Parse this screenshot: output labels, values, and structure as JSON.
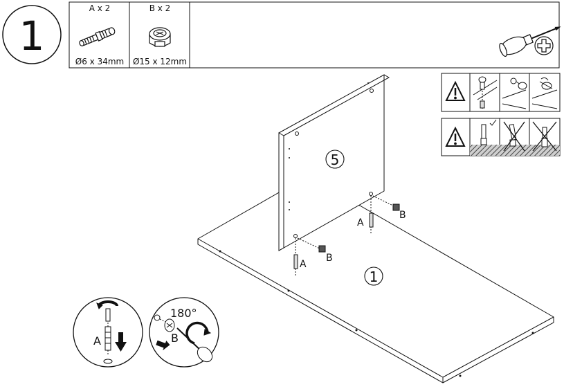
{
  "step": {
    "number": "1"
  },
  "parts": [
    {
      "qty_label": "A x 2",
      "size_label": "Ø6 x 34mm",
      "icon": "cam-bolt-icon"
    },
    {
      "qty_label": "B x 2",
      "size_label": "Ø15 x 12mm",
      "icon": "cam-lock-icon"
    }
  ],
  "tool": {
    "icon": "phillips-screwdriver-icon"
  },
  "panels": {
    "upright_number": "5",
    "base_number": "1"
  },
  "callouts": {
    "a_left": "A",
    "b_left": "B",
    "a_right": "A",
    "b_right": "B"
  },
  "details": {
    "bolt_label": "A",
    "lock_label": "B",
    "rotation_label": "180°"
  },
  "warnings": [
    {
      "icon": "warning-triangle-icon",
      "topic": "cam-lock-orientation"
    },
    {
      "icon": "warning-triangle-icon",
      "topic": "bolt-insertion-depth"
    }
  ],
  "colors": {
    "line": "#111111",
    "hatch": "#555555",
    "background": "#ffffff"
  }
}
